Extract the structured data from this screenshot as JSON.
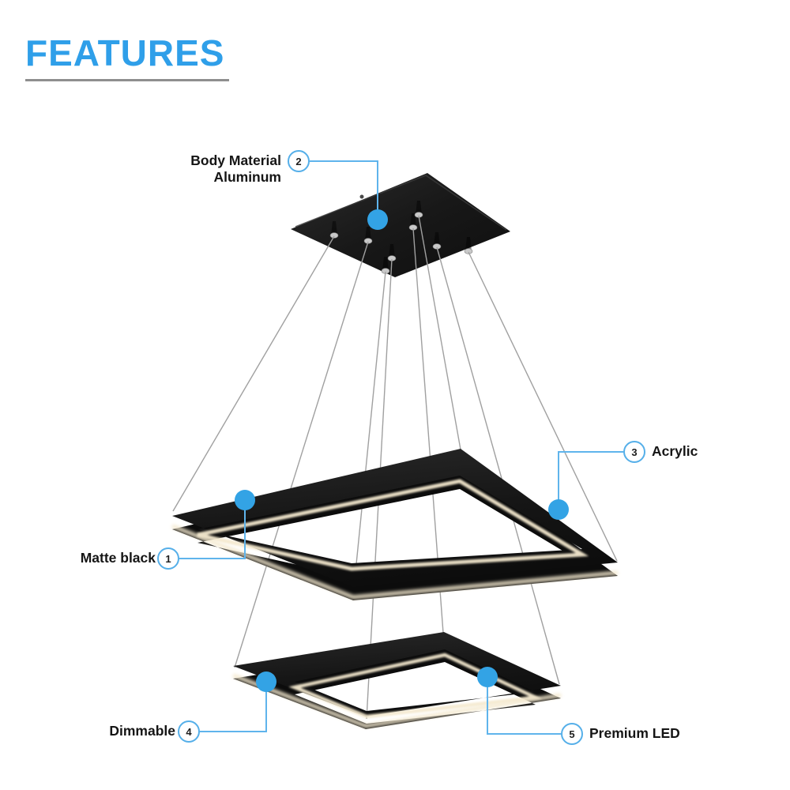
{
  "header": {
    "title": "FEATURES",
    "title_color": "#2f9fe9",
    "underline_color": "#8f8f8f"
  },
  "fixture": {
    "type": "two-tier square LED pendant chandelier",
    "parts": [
      "canopy",
      "suspension-wires",
      "upper-square-ring",
      "lower-square-ring"
    ],
    "body_color": "#171717",
    "glow_color": "#f4e9cf",
    "wire_color": "#a0a0a0"
  },
  "callouts": [
    {
      "number": "1",
      "label": "Matte black",
      "side": "left"
    },
    {
      "number": "2",
      "label_line1": "Body Material",
      "label_line2": "Aluminum",
      "side": "left"
    },
    {
      "number": "3",
      "label": "Acrylic",
      "side": "right"
    },
    {
      "number": "4",
      "label": "Dimmable",
      "side": "left"
    },
    {
      "number": "5",
      "label": "Premium LED",
      "side": "right"
    }
  ],
  "colors": {
    "accent_dot_blue": "#33a3e5",
    "connector_line_blue": "#5fb4ec",
    "badge_border_blue": "#55afe9",
    "heading_blue": "#2f9fe9",
    "label_text": "#151515",
    "background": "#ffffff"
  }
}
